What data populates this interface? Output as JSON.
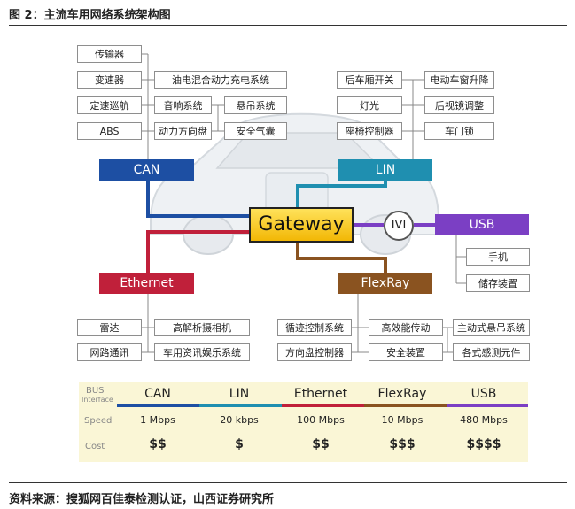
{
  "title": "图 2：主流车用网络系统架构图",
  "source": "资料来源：搜狐网百佳泰检测认证，山西证券研究所",
  "diagram": {
    "gateway": "Gateway",
    "ivi": "IVI",
    "buses": {
      "can": "CAN",
      "lin": "LIN",
      "usb": "USB",
      "ethernet": "Ethernet",
      "flexray": "FlexRay"
    },
    "can_devices": [
      "传输器",
      "变速器",
      "定速巡航",
      "ABS",
      "油电混合动力充电系统",
      "音响系统",
      "悬吊系统",
      "动力方向盘",
      "安全气囊"
    ],
    "lin_devices": [
      "后车厢开关",
      "电动车窗升降",
      "灯光",
      "后视镜调整",
      "座椅控制器",
      "车门锁"
    ],
    "usb_devices": [
      "手机",
      "储存装置"
    ],
    "ethernet_devices": [
      "雷达",
      "高解析摄相机",
      "网路通讯",
      "车用资讯娱乐系统"
    ],
    "flexray_devices": [
      "循迹控制系统",
      "高效能传动",
      "主动式悬吊系统",
      "方向盘控制器",
      "安全装置",
      "各式感测元件"
    ]
  },
  "table": {
    "row_headers": {
      "bus": "BUS",
      "interface": "Interface",
      "speed": "Speed",
      "cost": "Cost"
    },
    "columns": [
      {
        "name": "CAN",
        "speed": "1 Mbps",
        "cost": "$$",
        "color": "#1d4fa3"
      },
      {
        "name": "LIN",
        "speed": "20 kbps",
        "cost": "$",
        "color": "#1f8fb0"
      },
      {
        "name": "Ethernet",
        "speed": "100 Mbps",
        "cost": "$$",
        "color": "#c0203a"
      },
      {
        "name": "FlexRay",
        "speed": "10 Mbps",
        "cost": "$$$",
        "color": "#8a5320"
      },
      {
        "name": "USB",
        "speed": "480 Mbps",
        "cost": "$$$$",
        "color": "#7b3fc4"
      }
    ]
  },
  "colors": {
    "can": "#1d4fa3",
    "lin": "#1f8fb0",
    "usb": "#7b3fc4",
    "ethernet": "#c0203a",
    "flexray": "#8a5320",
    "gateway": "#f5c518"
  }
}
